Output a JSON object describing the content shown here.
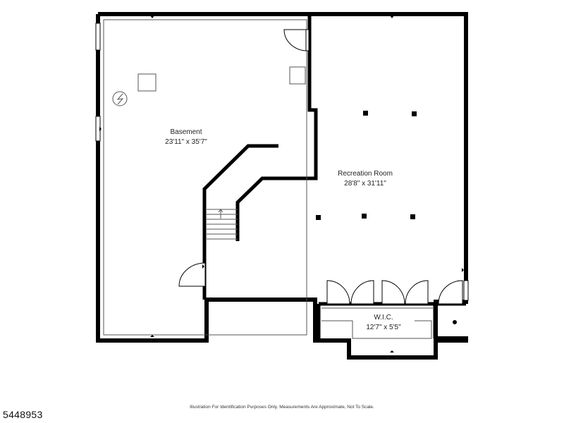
{
  "rooms": {
    "basement": {
      "name": "Basement",
      "dimensions": "23'11\" x 35'7\""
    },
    "recreation": {
      "name": "Recreation Room",
      "dimensions": "28'8\" x 31'11\""
    },
    "wic": {
      "name": "W.I.C.",
      "dimensions": "12'7\" x 5'5\""
    }
  },
  "footer": {
    "disclaimer": "Illustration For Identification Purposes Only. Measurements Are Approximate, Not To Scale.",
    "listing_id": "5448953"
  },
  "colors": {
    "wall": "#000000",
    "background": "#ffffff",
    "thin_line": "#555555"
  },
  "icons": [
    "electrical-panel-icon",
    "staircase-icon"
  ]
}
